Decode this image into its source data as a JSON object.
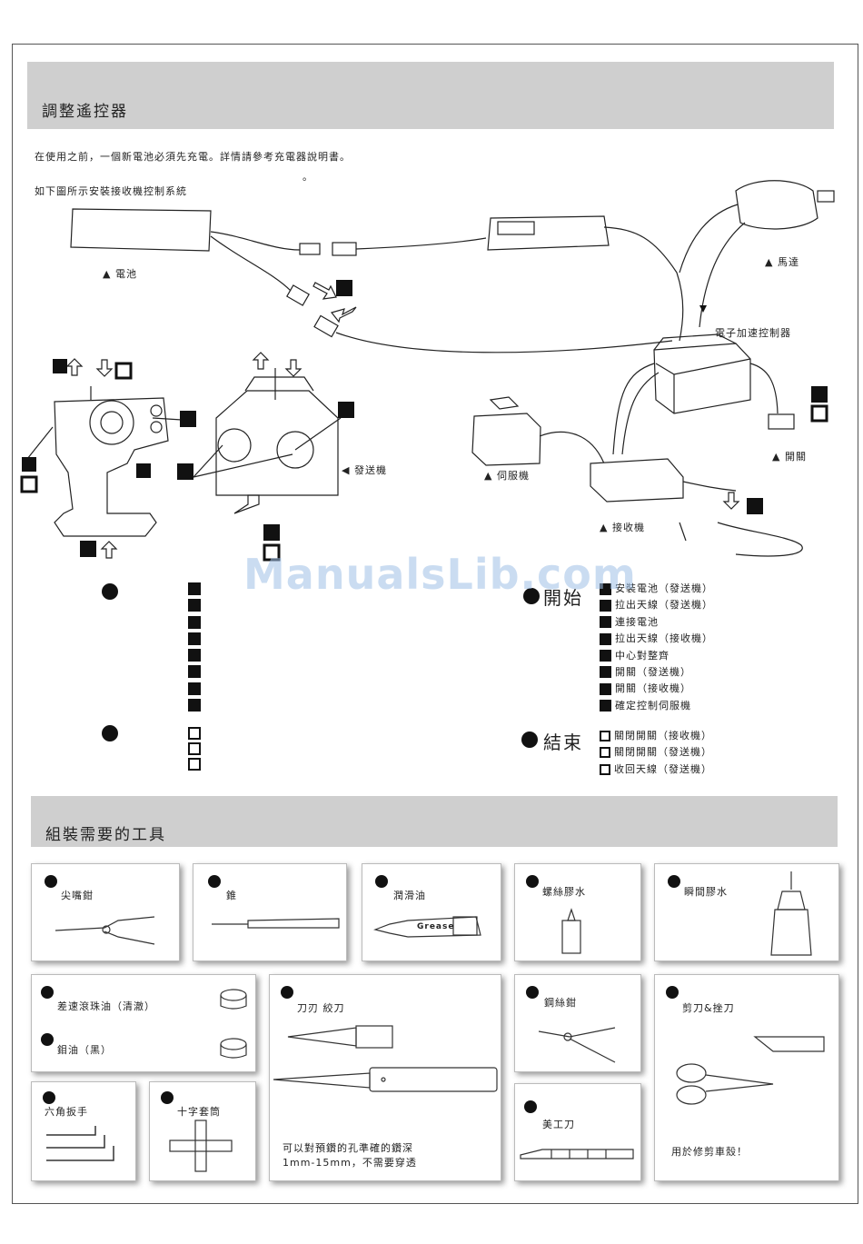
{
  "section1": {
    "title": "調整遙控器",
    "intro": "在使用之前，一個新電池必須先充電。詳情請參考充電器說明書。",
    "stray_mark": "。",
    "subtitle": "如下圖所示安裝接收機控制系統"
  },
  "diagram_labels": {
    "battery": "▲ 電池",
    "motor": "▲ 馬達",
    "esc": "電子加速控制器",
    "transmitter": "◀ 發送機",
    "servo": "▲ 伺服機",
    "receiver": "▲ 接收機",
    "switch": "▲ 開關"
  },
  "start": {
    "heading": "開始",
    "steps": [
      "安裝電池（發送機）",
      "拉出天線（發送機）",
      "連接電池",
      "拉出天線（接收機）",
      "中心對整齊",
      "開關（發送機）",
      "開關（接收機）",
      "確定控制伺服機"
    ]
  },
  "end": {
    "heading": "結束",
    "steps": [
      "關閉開關（接收機）",
      "關閉開關（發送機）",
      "收回天線（發送機）"
    ]
  },
  "watermark": "ManualsLib.com",
  "section2": {
    "title": "組裝需要的工具",
    "tools": {
      "needle_nose_pliers": "尖嘴鉗",
      "awl": "錐",
      "lubricant": "潤滑油",
      "grease_label": "Grease",
      "thread_lock": "螺絲膠水",
      "instant_glue": "瞬間膠水",
      "diff_oil": "差速滾珠油（清澈）",
      "moly_oil": "鉬油（黑）",
      "reamer": "刀刃  絞刀",
      "reamer_note1": "可以對預鑽的孔準確的鑽深",
      "reamer_note2": "1mm-15mm，不需要穿透",
      "wire_cutter": "鋼絲鉗",
      "scissors": "剪刀&挫刀",
      "scissors_note": "用於修剪車殼！",
      "hex_wrench": "六角扳手",
      "cross_wrench": "十字套筒",
      "hobby_knife": "美工刀"
    }
  }
}
